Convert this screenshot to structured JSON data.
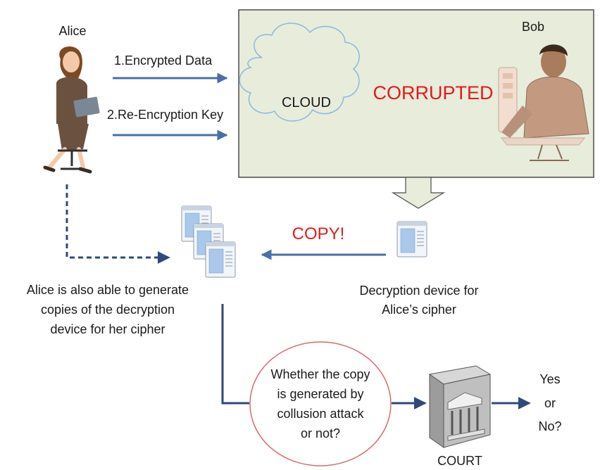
{
  "actors": {
    "alice": {
      "name": "Alice"
    },
    "bob": {
      "name": "Bob"
    }
  },
  "messages": {
    "step1": "1.Encrypted Data",
    "step2": "2.Re-Encryption Key"
  },
  "cloud_box": {
    "cloud_label": "CLOUD",
    "status": "CORRUPTED"
  },
  "copy_label": "COPY!",
  "decryption_device": {
    "caption_lines": [
      "Decryption device for",
      "Alice’s cipher"
    ]
  },
  "alice_copies": {
    "caption_lines": [
      "Alice is also able to generate",
      "copies of the decryption",
      "device for her cipher"
    ]
  },
  "question": {
    "lines": [
      "Whether the copy",
      "is generated by",
      "collusion attack",
      "or not?"
    ]
  },
  "court": {
    "label": "COURT"
  },
  "verdict": {
    "lines": [
      "Yes",
      "or",
      "No?"
    ]
  },
  "colors": {
    "arrow_blue": "#4a6fa5",
    "dark_blue": "#2e4a7a",
    "cloud_box_fill": "#e7ecdb",
    "corrupted_red": "#e31b1b",
    "ellipse_stroke": "#d66b6b",
    "cloud_stroke": "#8ab8e0",
    "device_blue": "#a9c8ea"
  }
}
